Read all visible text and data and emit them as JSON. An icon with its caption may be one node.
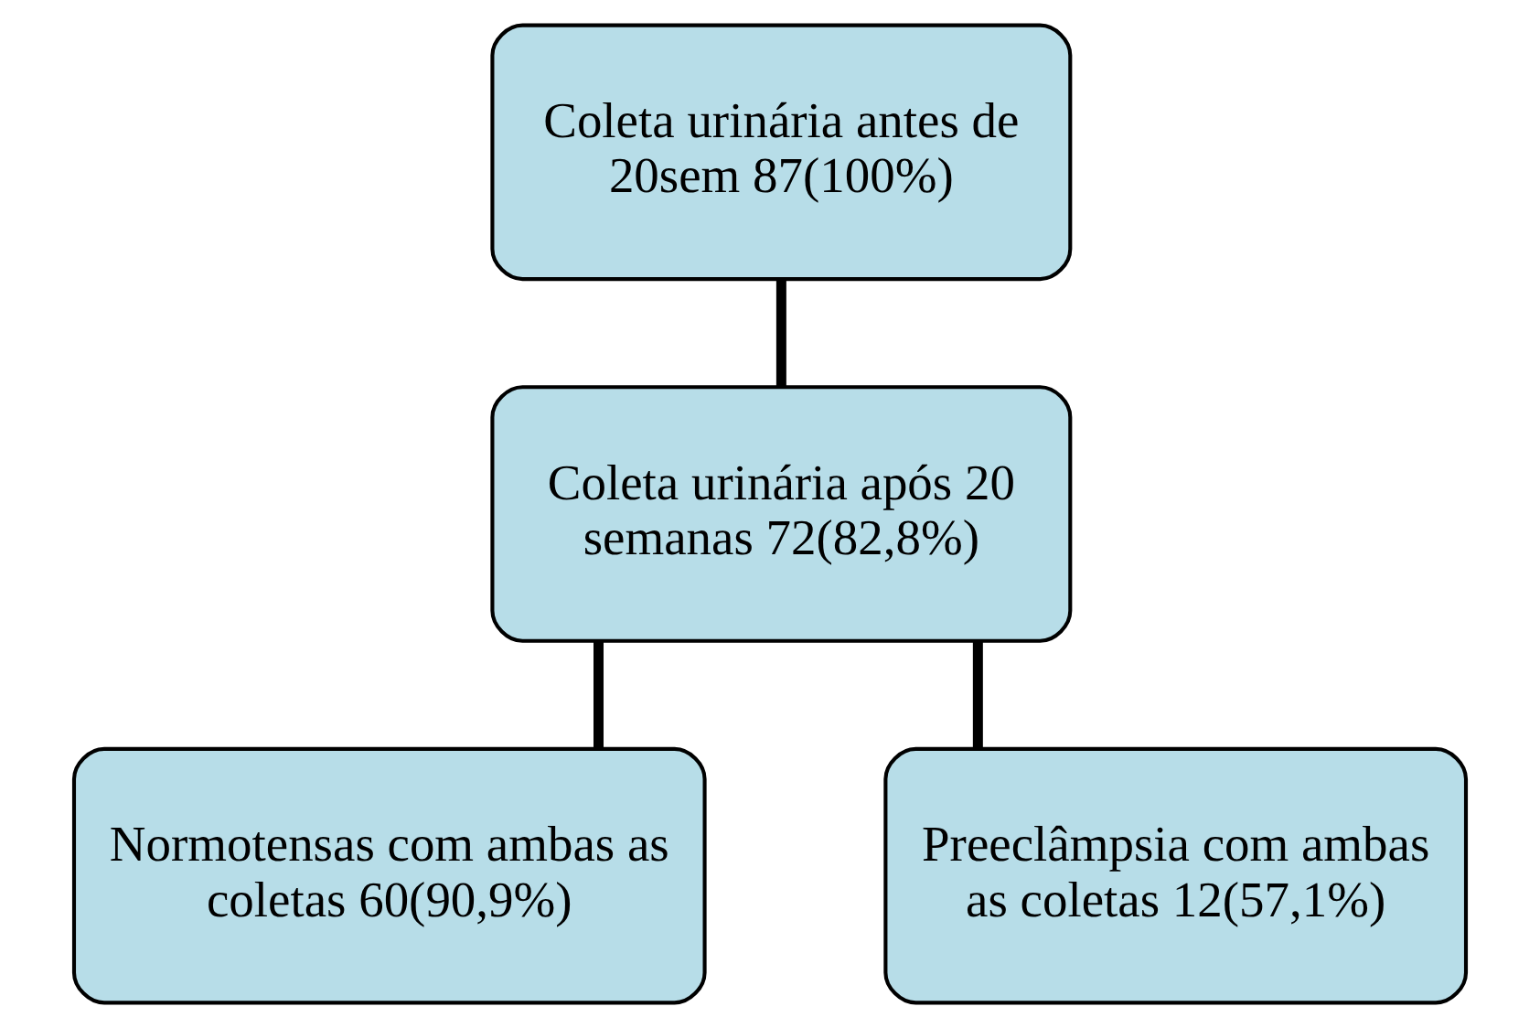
{
  "diagram": {
    "nodes": [
      {
        "text": [
          "Coleta urinária antes de 20sem 87(100%)"
        ]
      },
      {
        "text": [
          "Coleta urinária após 20 semanas 72(82,8%)"
        ]
      },
      {
        "text": [
          "Normotensas com ambas as coletas 60(90,9%)"
        ]
      },
      {
        "text": [
          "Preeclâmpsia com ambas as coletas 12(57,1%)"
        ]
      }
    ],
    "edges": [
      {
        "from": 0,
        "to": 1,
        "arrow": "none"
      },
      {
        "from": 1,
        "to": 2,
        "arrow": "none"
      },
      {
        "from": 1,
        "to": 3,
        "arrow": "none"
      }
    ]
  }
}
